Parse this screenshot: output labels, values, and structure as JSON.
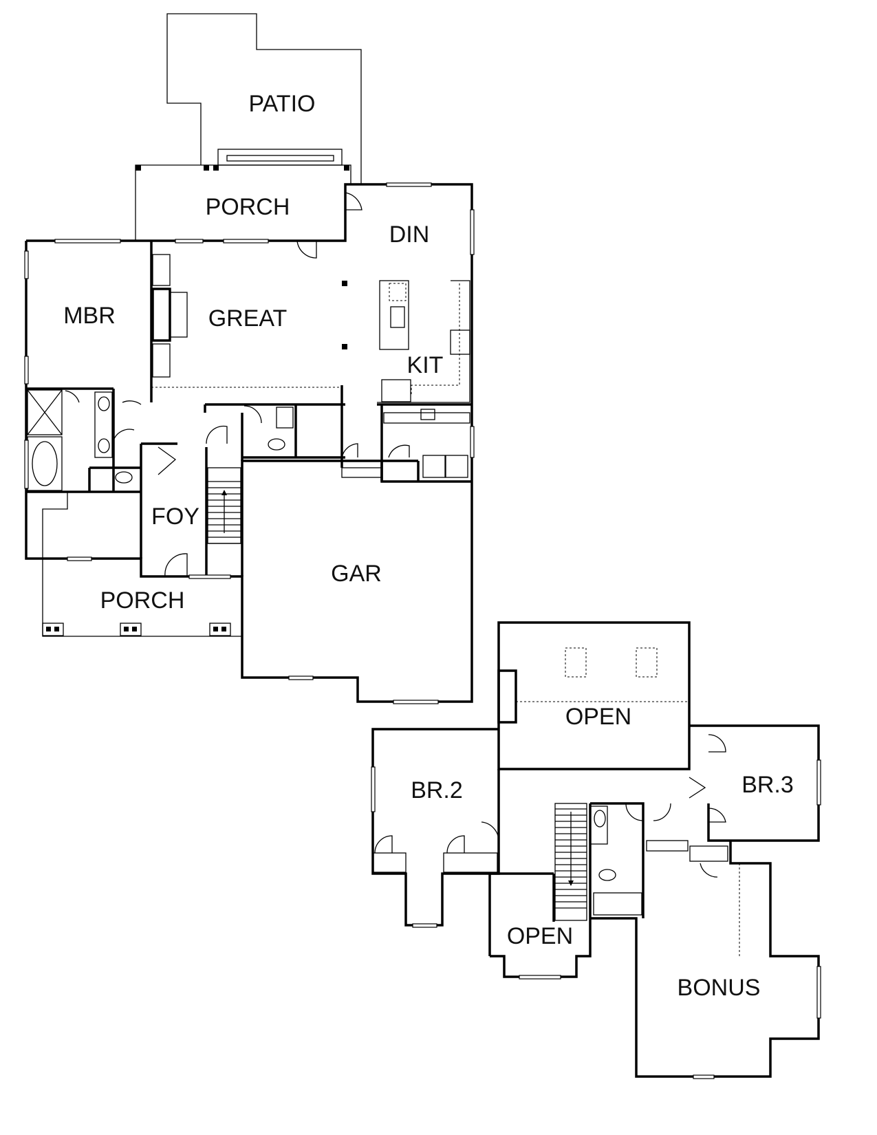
{
  "title": "Floor Plan",
  "floors": {
    "first": {
      "rooms": [
        {
          "id": "patio",
          "label": "PATIO"
        },
        {
          "id": "rear-porch",
          "label": "PORCH"
        },
        {
          "id": "dining",
          "label": "DIN"
        },
        {
          "id": "master-bedroom",
          "label": "MBR"
        },
        {
          "id": "great-room",
          "label": "GREAT"
        },
        {
          "id": "kitchen",
          "label": "KIT"
        },
        {
          "id": "foyer",
          "label": "FOY"
        },
        {
          "id": "garage",
          "label": "GAR"
        },
        {
          "id": "front-porch",
          "label": "PORCH"
        }
      ]
    },
    "second": {
      "rooms": [
        {
          "id": "open-upper",
          "label": "OPEN"
        },
        {
          "id": "bedroom-2",
          "label": "BR.2"
        },
        {
          "id": "bedroom-3",
          "label": "BR.3"
        },
        {
          "id": "open-lower",
          "label": "OPEN"
        },
        {
          "id": "bonus",
          "label": "BONUS"
        }
      ]
    }
  }
}
